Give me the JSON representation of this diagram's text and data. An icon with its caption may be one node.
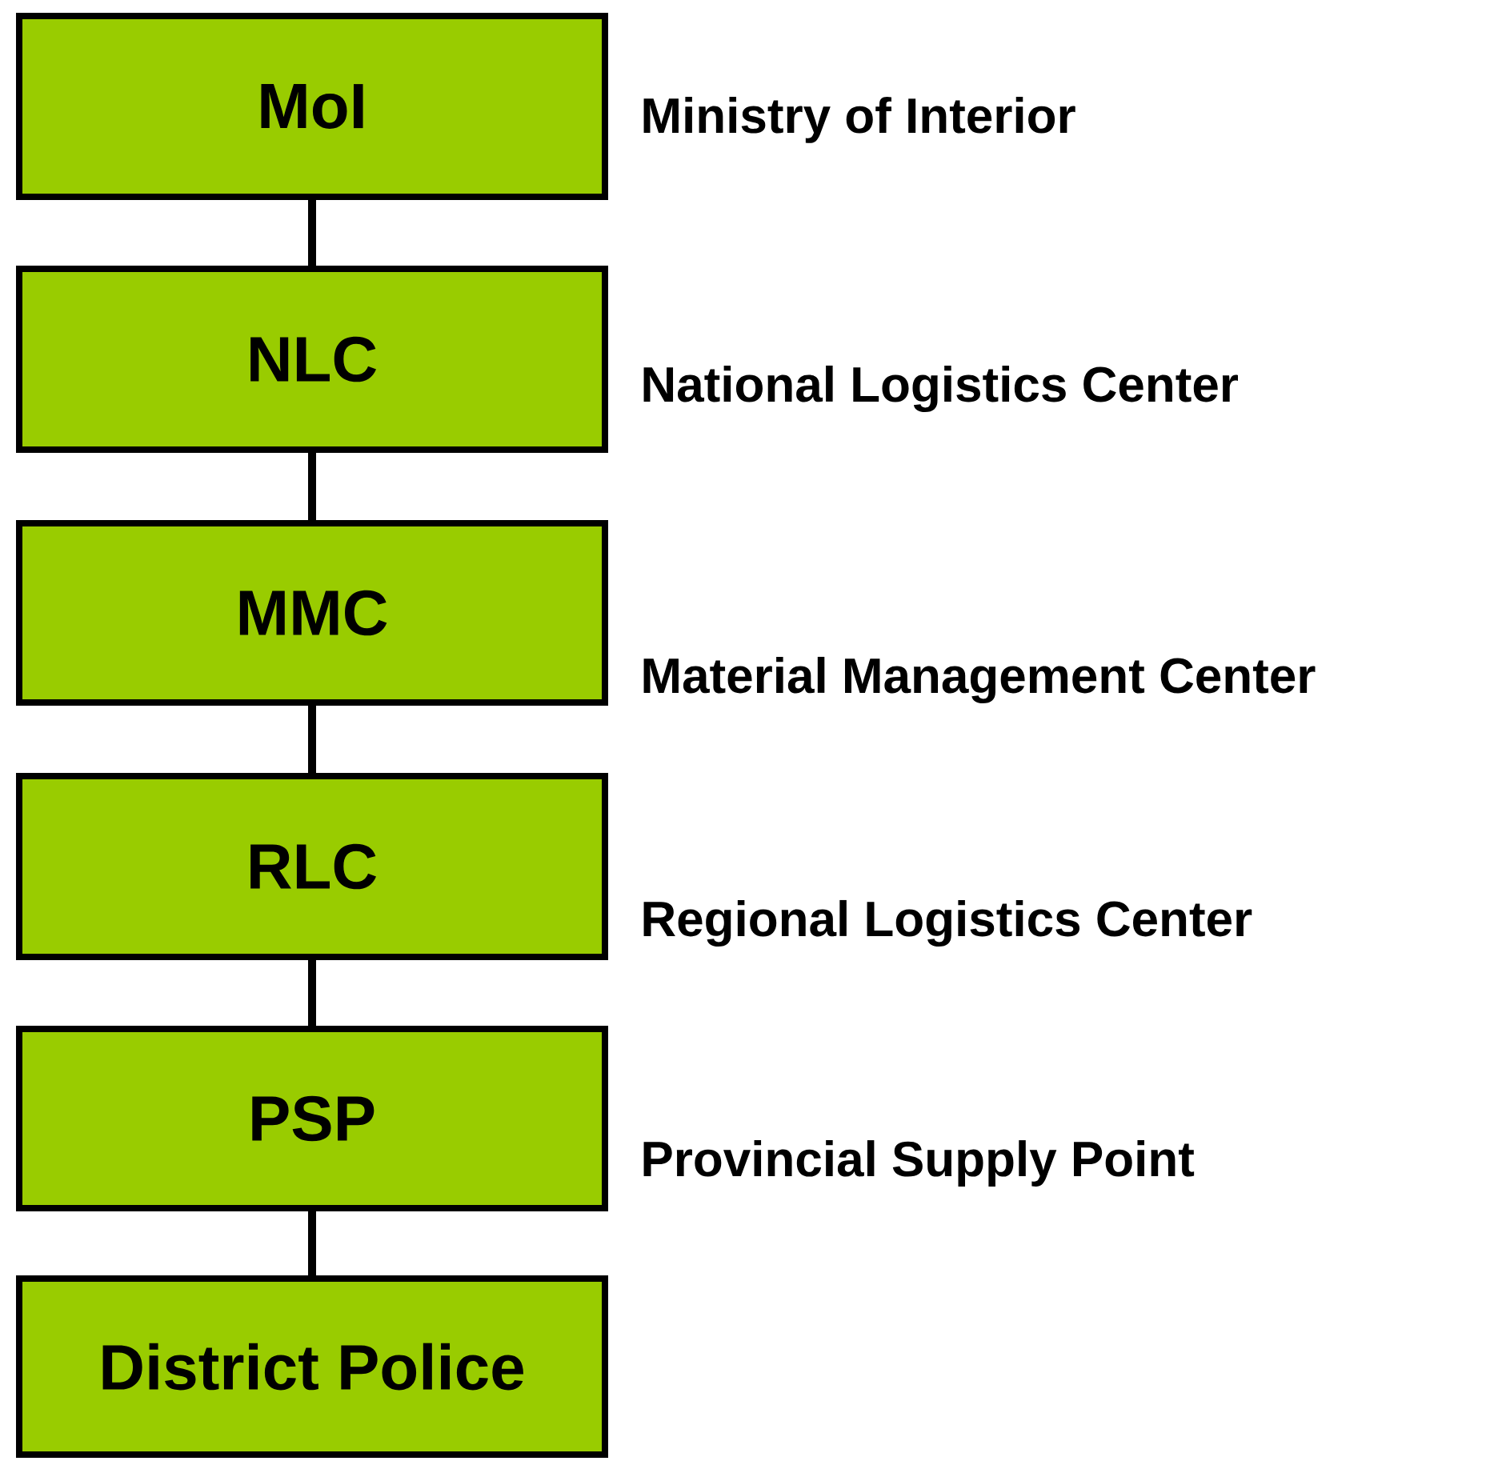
{
  "diagram": {
    "nodes": [
      {
        "text": [
          "MoI"
        ],
        "beside": [
          "Ministry of Interior"
        ]
      },
      {
        "text": [
          "NLC"
        ],
        "beside": [
          "National Logistics Center"
        ]
      },
      {
        "text": [
          "MMC"
        ],
        "beside": [
          "Material Management Center"
        ]
      },
      {
        "text": [
          "RLC"
        ],
        "beside": [
          "Regional Logistics Center"
        ]
      },
      {
        "text": [
          "PSP"
        ],
        "beside": [
          "Provincial Supply Point"
        ]
      },
      {
        "text": [
          "District Police"
        ]
      }
    ],
    "edges": [
      {
        "from": 0,
        "to": 1,
        "arrow": "none"
      },
      {
        "from": 1,
        "to": 2,
        "arrow": "none"
      },
      {
        "from": 2,
        "to": 3,
        "arrow": "none"
      },
      {
        "from": 3,
        "to": 4,
        "arrow": "none"
      },
      {
        "from": 4,
        "to": 5,
        "arrow": "none"
      }
    ]
  }
}
